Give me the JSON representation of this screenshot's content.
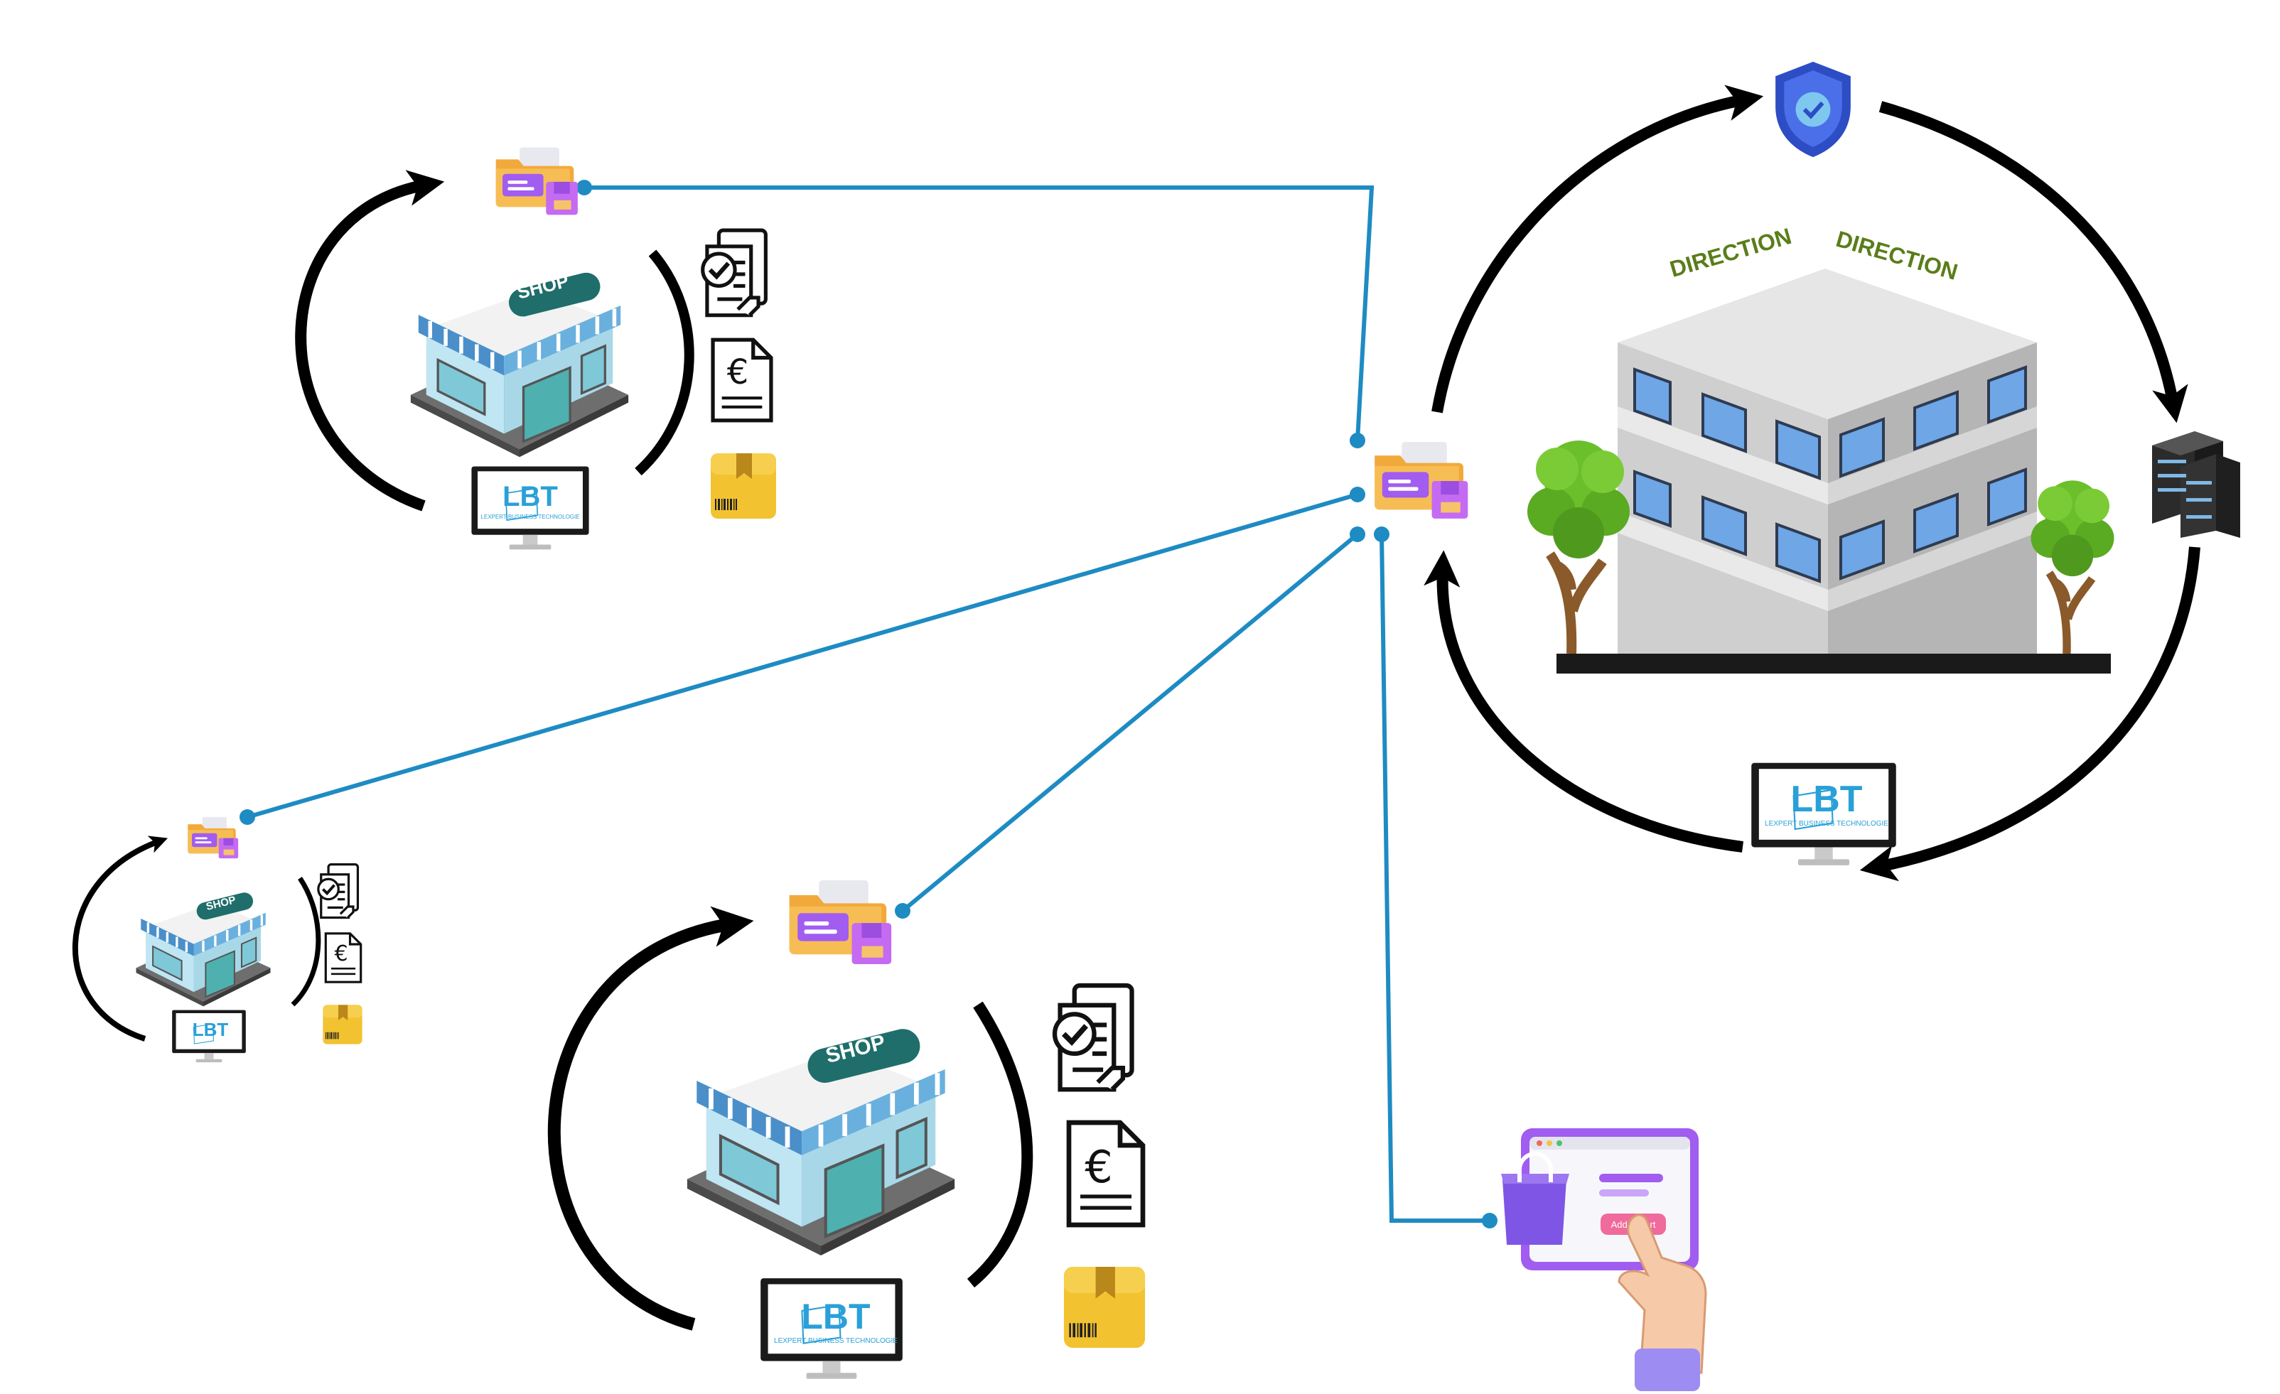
{
  "shop_label": "SHOP",
  "lbt_label": "LBT",
  "lbt_subtitle": "LEXPERT BUSINESS TECHNOLOGIE",
  "euro_symbol": "€",
  "hq_sign_left": "DIRECTION",
  "hq_sign_right": "DIRECTION",
  "cart_button_label": "Add to cart",
  "colors": {
    "connection_line": "#1e8bc3",
    "flow_arrow": "#000000",
    "shield": "#3b5bdb",
    "folder": "#f2a93b",
    "document": "#a15cf0"
  },
  "icons": [
    "folder-sync-icon",
    "shop-icon",
    "lbt-monitor-icon",
    "checklist-document-icon",
    "invoice-euro-icon",
    "package-box-icon",
    "security-shield-icon",
    "server-icon",
    "headquarters-building-icon",
    "online-shop-icon"
  ]
}
